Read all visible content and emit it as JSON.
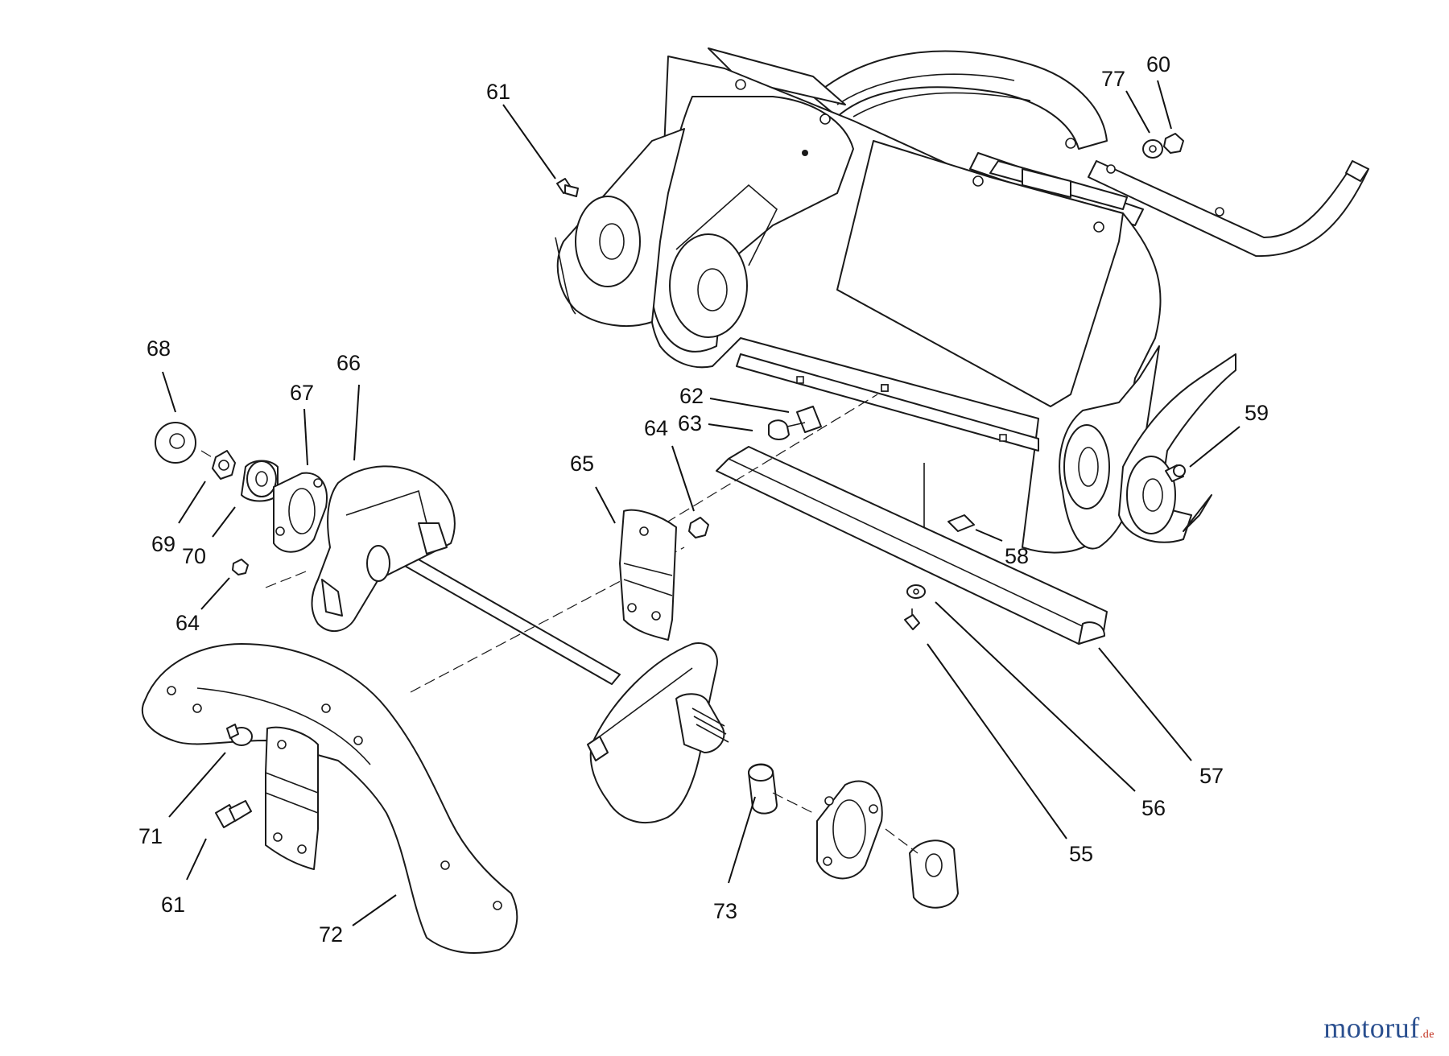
{
  "callouts": [
    {
      "id": "c61a",
      "text": "61"
    },
    {
      "id": "c77",
      "text": "77"
    },
    {
      "id": "c60",
      "text": "60"
    },
    {
      "id": "c68",
      "text": "68"
    },
    {
      "id": "c66",
      "text": "66"
    },
    {
      "id": "c67",
      "text": "67"
    },
    {
      "id": "c62",
      "text": "62"
    },
    {
      "id": "c63",
      "text": "63"
    },
    {
      "id": "c64a",
      "text": "64"
    },
    {
      "id": "c65",
      "text": "65"
    },
    {
      "id": "c59",
      "text": "59"
    },
    {
      "id": "c69",
      "text": "69"
    },
    {
      "id": "c70",
      "text": "70"
    },
    {
      "id": "c58",
      "text": "58"
    },
    {
      "id": "c64b",
      "text": "64"
    },
    {
      "id": "c57",
      "text": "57"
    },
    {
      "id": "c56",
      "text": "56"
    },
    {
      "id": "c71",
      "text": "71"
    },
    {
      "id": "c55",
      "text": "55"
    },
    {
      "id": "c61b",
      "text": "61"
    },
    {
      "id": "c73",
      "text": "73"
    },
    {
      "id": "c72",
      "text": "72"
    }
  ],
  "watermark": {
    "brand": "motoruf",
    "suffix": ".de"
  }
}
